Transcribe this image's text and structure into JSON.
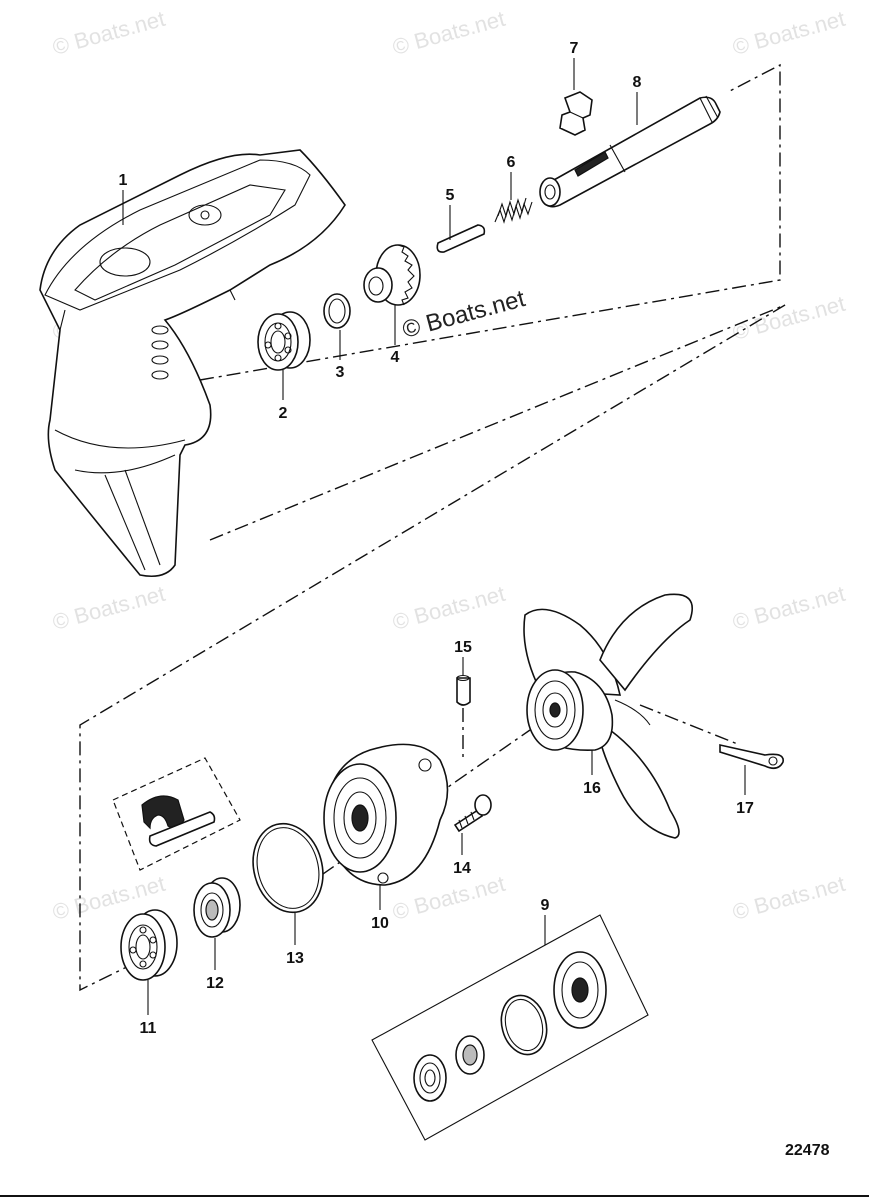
{
  "watermark_text": "© Boats.net",
  "center_watermark": "© Boats.net",
  "figure_number": "22478",
  "parts": [
    {
      "id": "p1",
      "label": "1"
    },
    {
      "id": "p2",
      "label": "2"
    },
    {
      "id": "p3",
      "label": "3"
    },
    {
      "id": "p4",
      "label": "4"
    },
    {
      "id": "p5",
      "label": "5"
    },
    {
      "id": "p6",
      "label": "6"
    },
    {
      "id": "p7",
      "label": "7"
    },
    {
      "id": "p8",
      "label": "8"
    },
    {
      "id": "p9",
      "label": "9"
    },
    {
      "id": "p10",
      "label": "10"
    },
    {
      "id": "p11",
      "label": "11"
    },
    {
      "id": "p12",
      "label": "12"
    },
    {
      "id": "p13",
      "label": "13"
    },
    {
      "id": "p14",
      "label": "14"
    },
    {
      "id": "p15",
      "label": "15"
    },
    {
      "id": "p16",
      "label": "16"
    },
    {
      "id": "p17",
      "label": "17"
    }
  ]
}
